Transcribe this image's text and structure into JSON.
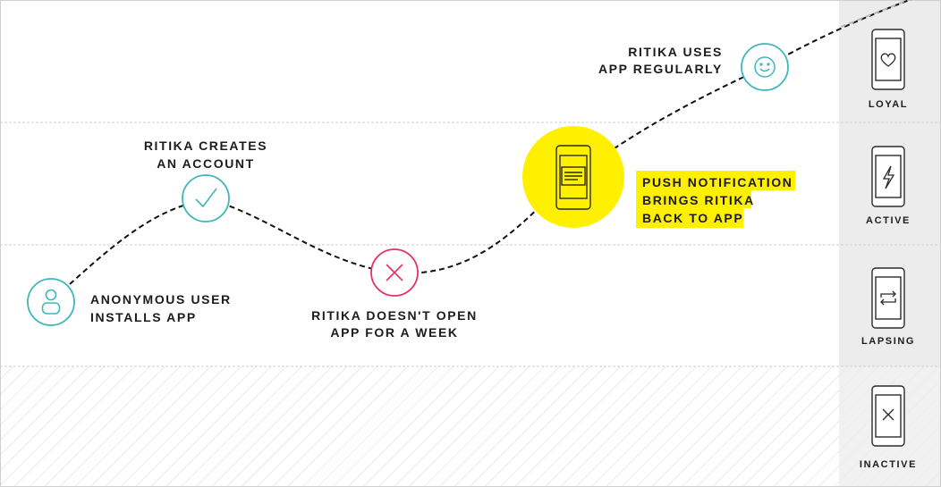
{
  "colors": {
    "teal": "#3fb7bd",
    "red": "#e8315f",
    "yellow": "#fff000",
    "sidebar": "#ececec",
    "text": "#1c1c1c",
    "phone": "#2a2a2a"
  },
  "steps": {
    "install": {
      "line1": "ANONYMOUS USER",
      "line2": "INSTALLS APP",
      "icon": "user-icon"
    },
    "account": {
      "line1": "RITIKA CREATES",
      "line2": "AN ACCOUNT",
      "icon": "checkmark-icon"
    },
    "no_open": {
      "line1": "RITIKA DOESN'T OPEN",
      "line2": "APP FOR A WEEK",
      "icon": "x-icon"
    },
    "push": {
      "line1": "PUSH NOTIFICATION",
      "line2": "BRINGS RITIKA",
      "line3": "BACK TO APP",
      "icon": "phone-notification-icon"
    },
    "regular": {
      "line1": "RITIKA USES",
      "line2": "APP REGULARLY",
      "icon": "smiley-icon"
    }
  },
  "stages": [
    {
      "label": "LOYAL",
      "icon": "heart-icon"
    },
    {
      "label": "ACTIVE",
      "icon": "lightning-icon"
    },
    {
      "label": "LAPSING",
      "icon": "repeat-arrows-icon"
    },
    {
      "label": "INACTIVE",
      "icon": "x-icon"
    }
  ]
}
